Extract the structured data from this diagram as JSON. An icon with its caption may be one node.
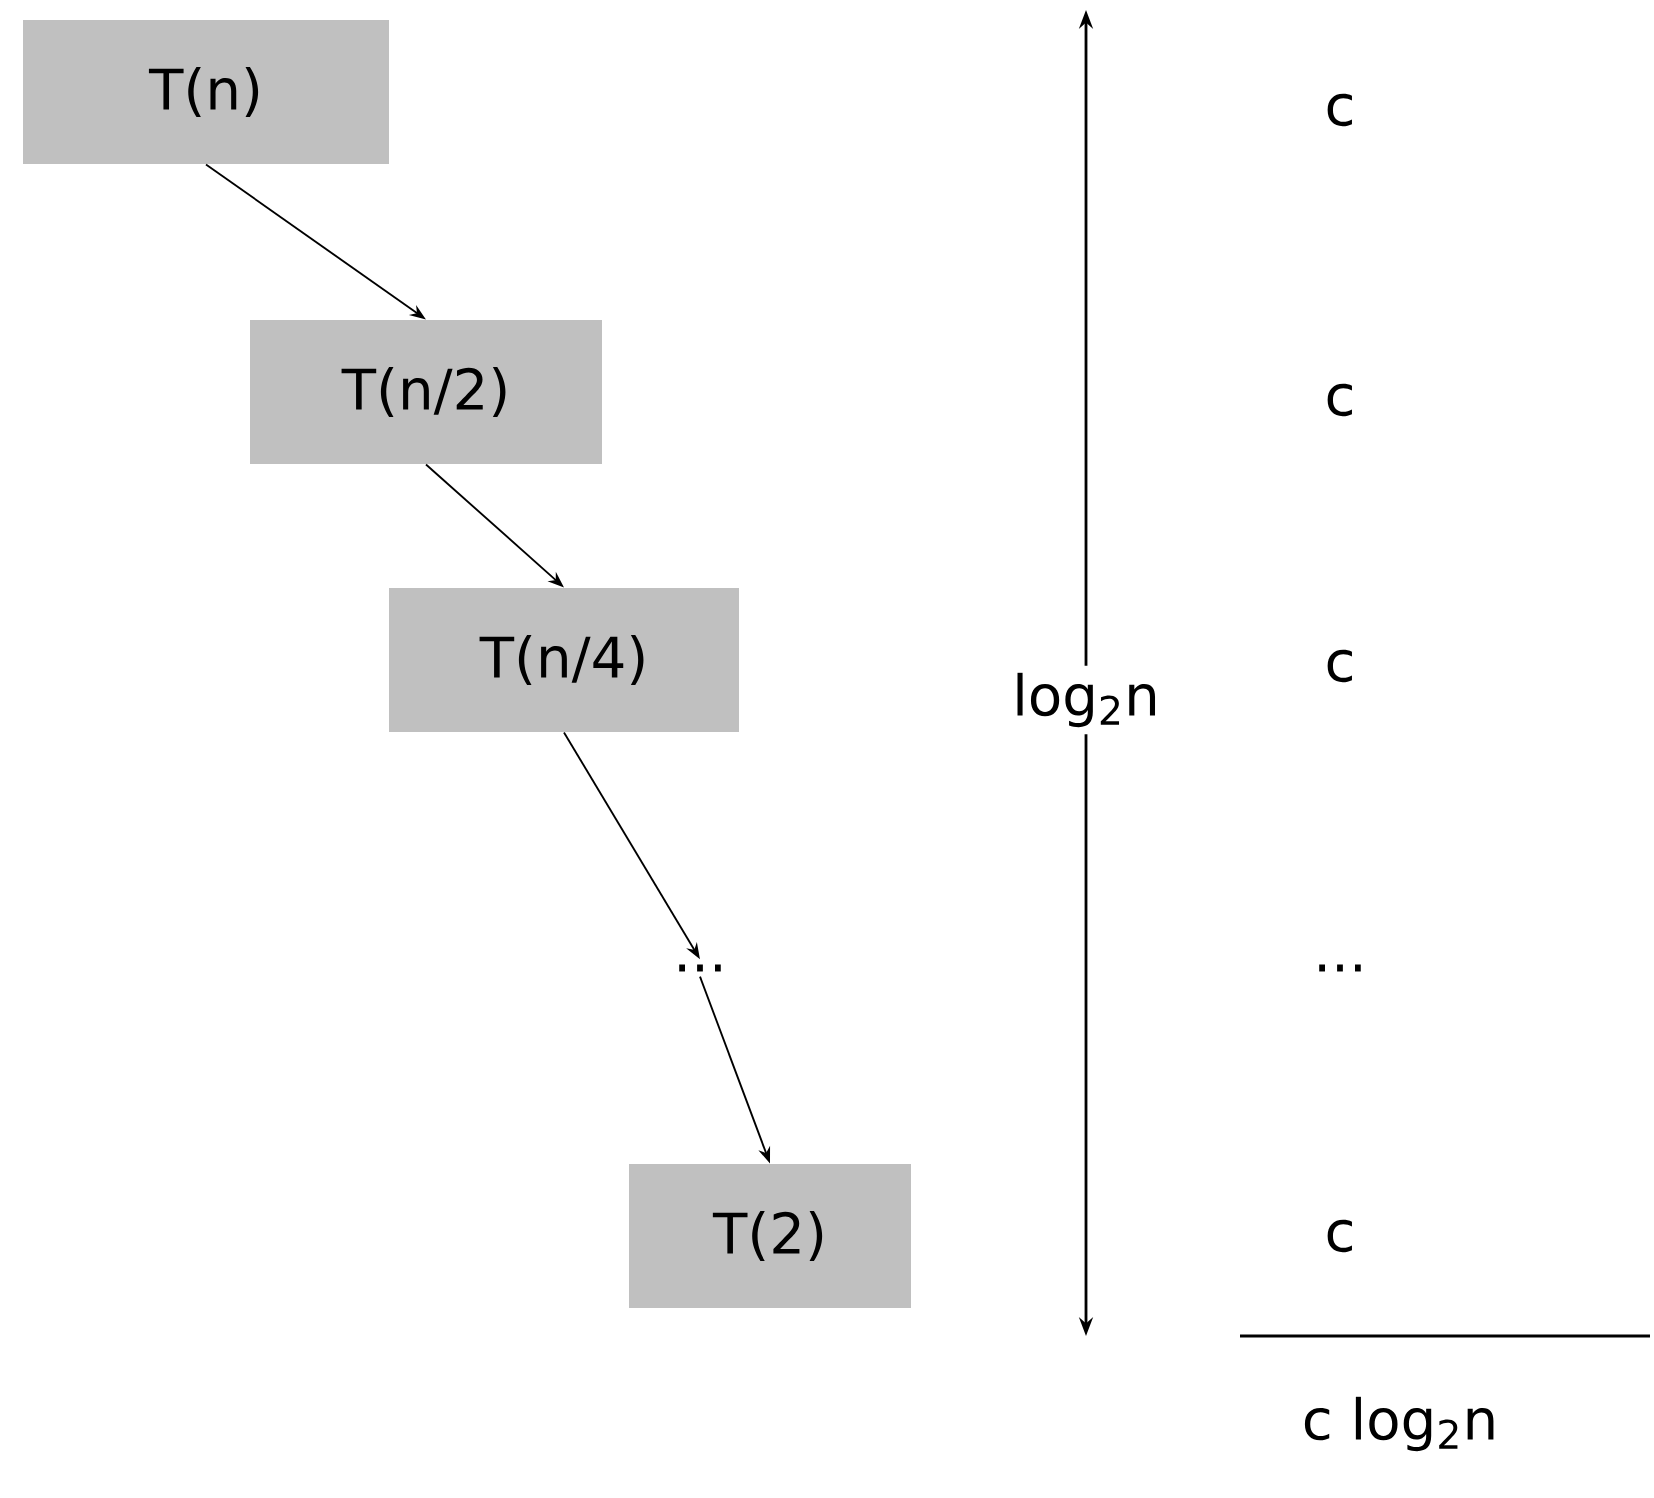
{
  "diagram": {
    "nodes": [
      {
        "text": [
          "T(n)"
        ]
      },
      {
        "text": [
          "T(n/2)"
        ]
      },
      {
        "text": [
          "T(n/4)"
        ]
      },
      {
        "text": [
          "..."
        ]
      },
      {
        "text": [
          "T(2)"
        ]
      }
    ],
    "edges": [
      {
        "from": 0,
        "to": 1,
        "arrow": "to"
      },
      {
        "from": 1,
        "to": 2,
        "arrow": "to"
      },
      {
        "from": 2,
        "to": 3,
        "arrow": "to"
      },
      {
        "from": 3,
        "to": 4,
        "arrow": "to"
      }
    ],
    "labels": [
      "log$_{2}$n",
      "c",
      "c",
      "c",
      "...",
      "c",
      "c log$_{2}$n"
    ]
  }
}
